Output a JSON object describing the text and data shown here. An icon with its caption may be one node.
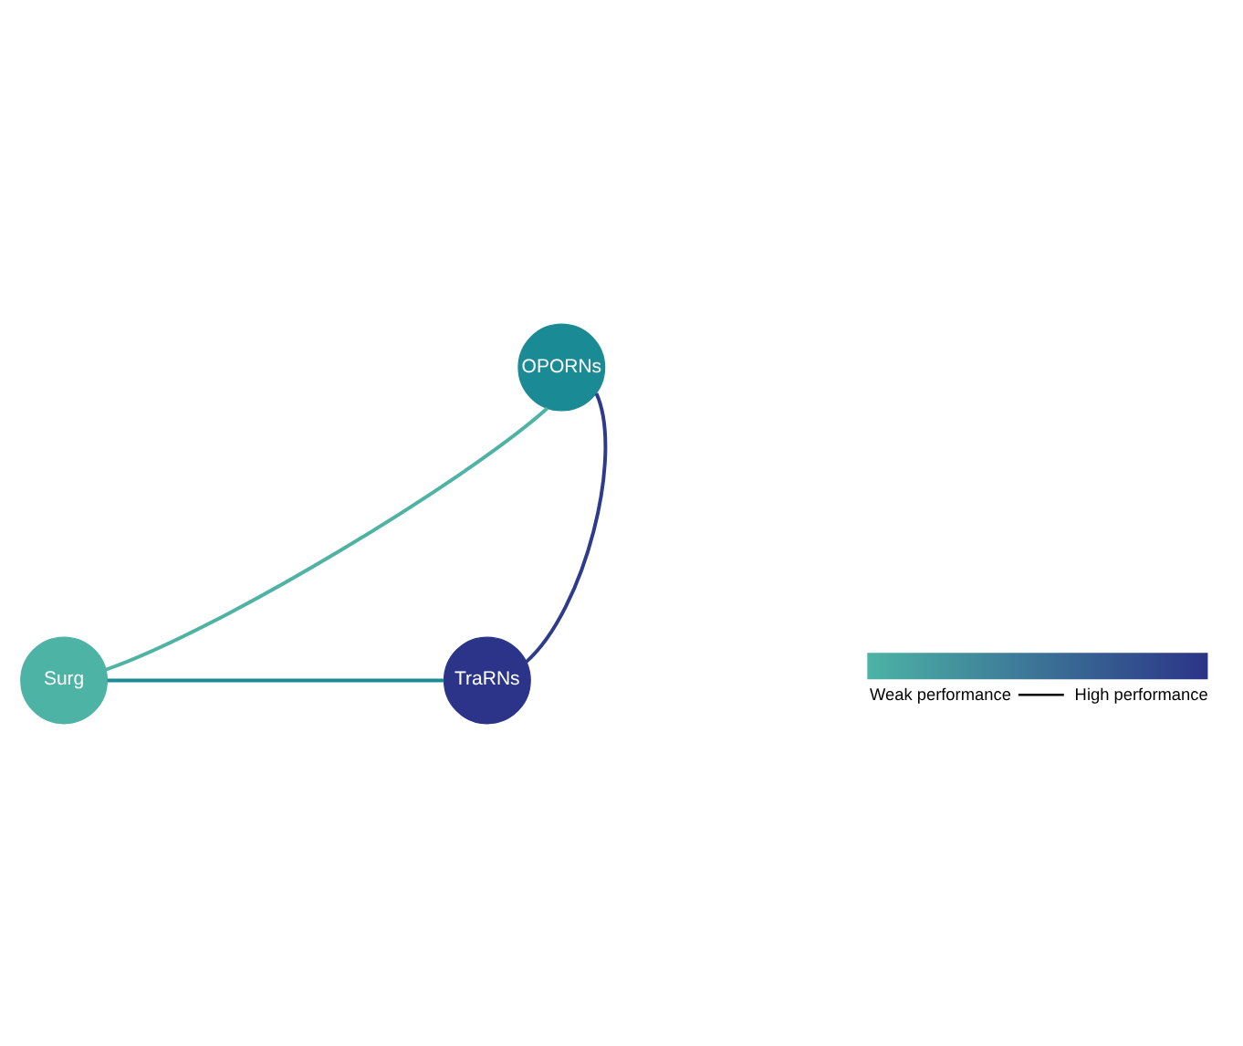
{
  "diagram": {
    "nodes": [
      {
        "text": [
          "OPORNs"
        ]
      },
      {
        "text": [
          "Surg"
        ]
      },
      {
        "text": [
          "TraRNs"
        ]
      }
    ],
    "edges": [
      {
        "from": 0,
        "to": 1,
        "arrow": "none",
        "color": "#4fb3a3"
      },
      {
        "from": 0,
        "to": 2,
        "arrow": "none",
        "color": "#2e3a8c"
      },
      {
        "from": 1,
        "to": 2,
        "arrow": "none",
        "color": "#1f8a96"
      }
    ],
    "legend": [
      {
        "text": "Weak performance",
        "color": "#4cb3a5"
      },
      {
        "text": "High performance",
        "color": "#2b3488"
      }
    ]
  }
}
